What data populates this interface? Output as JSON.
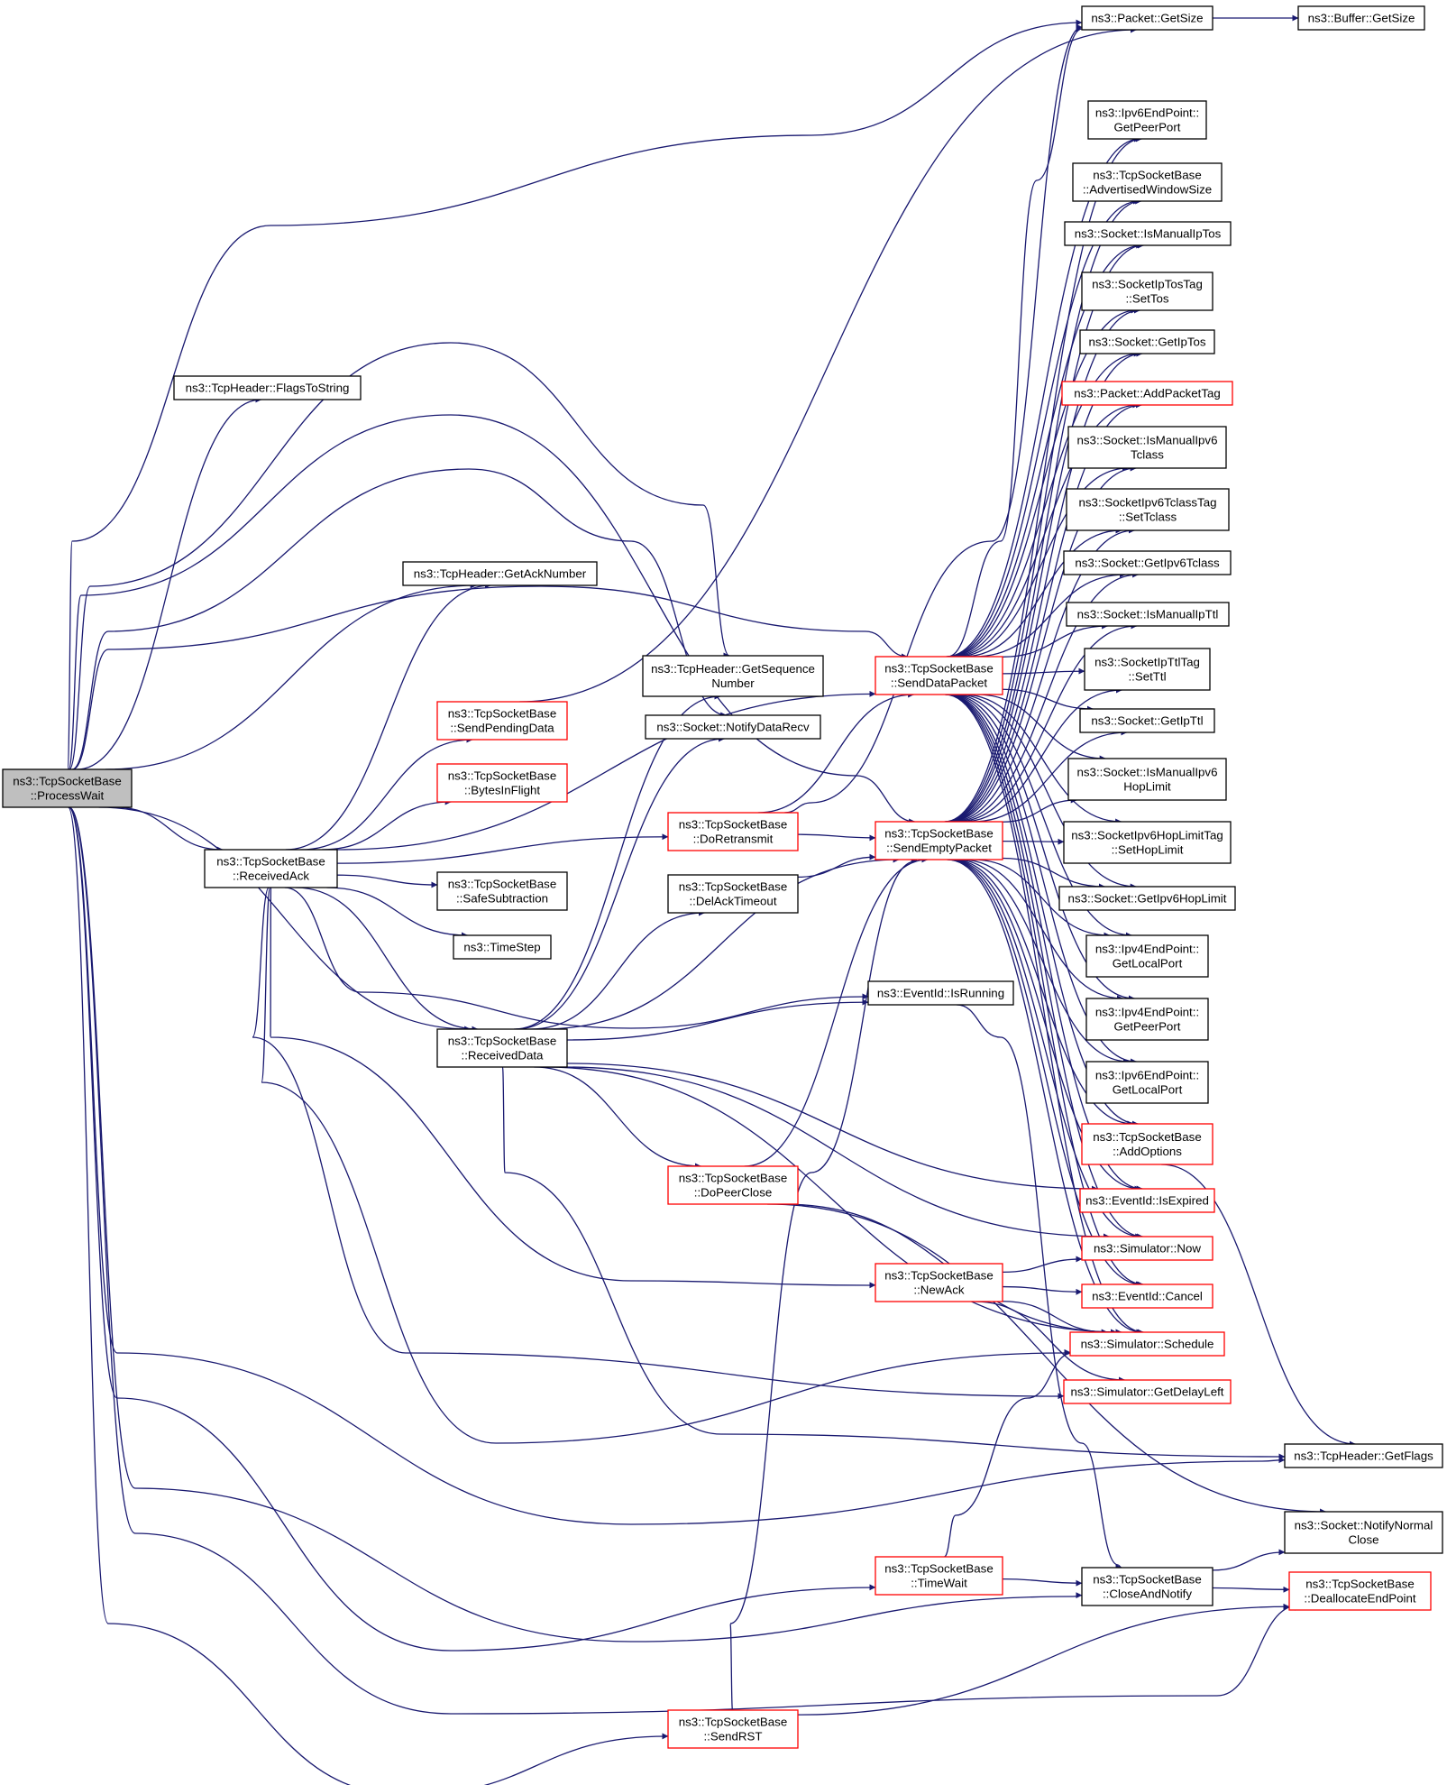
{
  "colors": {
    "edge": "#191970",
    "node_border": "#000000",
    "node_border_incomplete": "#ff0000",
    "root_fill": "#bfbfbf",
    "node_fill": "#ffffff"
  },
  "nodes": [
    {
      "id": "processwait",
      "lines": [
        "ns3::TcpSocketBase",
        "::ProcessWait"
      ],
      "style": "root"
    },
    {
      "id": "flagstostring",
      "lines": [
        "ns3::TcpHeader::FlagsToString"
      ],
      "style": "normal"
    },
    {
      "id": "getacknumber",
      "lines": [
        "ns3::TcpHeader::GetAckNumber"
      ],
      "style": "normal"
    },
    {
      "id": "sendpendingdata",
      "lines": [
        "ns3::TcpSocketBase",
        "::SendPendingData"
      ],
      "style": "incomplete"
    },
    {
      "id": "bytesinflight",
      "lines": [
        "ns3::TcpSocketBase",
        "::BytesInFlight"
      ],
      "style": "incomplete"
    },
    {
      "id": "receivedack",
      "lines": [
        "ns3::TcpSocketBase",
        "::ReceivedAck"
      ],
      "style": "normal"
    },
    {
      "id": "safesubtraction",
      "lines": [
        "ns3::TcpSocketBase",
        "::SafeSubtraction"
      ],
      "style": "normal"
    },
    {
      "id": "timestep",
      "lines": [
        "ns3::TimeStep"
      ],
      "style": "normal"
    },
    {
      "id": "receiveddata",
      "lines": [
        "ns3::TcpSocketBase",
        "::ReceivedData"
      ],
      "style": "normal"
    },
    {
      "id": "getsequencenumber",
      "lines": [
        "ns3::TcpHeader::GetSequence",
        "Number"
      ],
      "style": "normal"
    },
    {
      "id": "notifydatarecv",
      "lines": [
        "ns3::Socket::NotifyDataRecv"
      ],
      "style": "normal"
    },
    {
      "id": "doretransmit",
      "lines": [
        "ns3::TcpSocketBase",
        "::DoRetransmit"
      ],
      "style": "incomplete"
    },
    {
      "id": "delacktimeout",
      "lines": [
        "ns3::TcpSocketBase",
        "::DelAckTimeout"
      ],
      "style": "normal"
    },
    {
      "id": "dopeerclose",
      "lines": [
        "ns3::TcpSocketBase",
        "::DoPeerClose"
      ],
      "style": "incomplete"
    },
    {
      "id": "senddatapacket",
      "lines": [
        "ns3::TcpSocketBase",
        "::SendDataPacket"
      ],
      "style": "incomplete"
    },
    {
      "id": "sendemptypacket",
      "lines": [
        "ns3::TcpSocketBase",
        "::SendEmptyPacket"
      ],
      "style": "incomplete"
    },
    {
      "id": "eventidisrunning",
      "lines": [
        "ns3::EventId::IsRunning"
      ],
      "style": "normal"
    },
    {
      "id": "newack",
      "lines": [
        "ns3::TcpSocketBase",
        "::NewAck"
      ],
      "style": "incomplete"
    },
    {
      "id": "timewait",
      "lines": [
        "ns3::TcpSocketBase",
        "::TimeWait"
      ],
      "style": "incomplete"
    },
    {
      "id": "sendrst",
      "lines": [
        "ns3::TcpSocketBase",
        "::SendRST"
      ],
      "style": "incomplete"
    },
    {
      "id": "packetgetsize",
      "lines": [
        "ns3::Packet::GetSize"
      ],
      "style": "normal"
    },
    {
      "id": "buffergetsize",
      "lines": [
        "ns3::Buffer::GetSize"
      ],
      "style": "normal"
    },
    {
      "id": "ipv6getpeerport",
      "lines": [
        "ns3::Ipv6EndPoint::",
        "GetPeerPort"
      ],
      "style": "normal"
    },
    {
      "id": "advertisedwindowsize",
      "lines": [
        "ns3::TcpSocketBase",
        "::AdvertisedWindowSize"
      ],
      "style": "normal"
    },
    {
      "id": "ismanualiptos",
      "lines": [
        "ns3::Socket::IsManualIpTos"
      ],
      "style": "normal"
    },
    {
      "id": "iptostagsettos",
      "lines": [
        "ns3::SocketIpTosTag",
        "::SetTos"
      ],
      "style": "normal"
    },
    {
      "id": "getiptos",
      "lines": [
        "ns3::Socket::GetIpTos"
      ],
      "style": "normal"
    },
    {
      "id": "addpackettag",
      "lines": [
        "ns3::Packet::AddPacketTag"
      ],
      "style": "incomplete"
    },
    {
      "id": "ismanualipv6tclass",
      "lines": [
        "ns3::Socket::IsManualIpv6",
        "Tclass"
      ],
      "style": "normal"
    },
    {
      "id": "ipv6tclasstagsettclass",
      "lines": [
        "ns3::SocketIpv6TclassTag",
        "::SetTclass"
      ],
      "style": "normal"
    },
    {
      "id": "getipv6tclass",
      "lines": [
        "ns3::Socket::GetIpv6Tclass"
      ],
      "style": "normal"
    },
    {
      "id": "ismanualipttl",
      "lines": [
        "ns3::Socket::IsManualIpTtl"
      ],
      "style": "normal"
    },
    {
      "id": "ipttltagsetttl",
      "lines": [
        "ns3::SocketIpTtlTag",
        "::SetTtl"
      ],
      "style": "normal"
    },
    {
      "id": "getipttl",
      "lines": [
        "ns3::Socket::GetIpTtl"
      ],
      "style": "normal"
    },
    {
      "id": "ismanualipv6hoplimit",
      "lines": [
        "ns3::Socket::IsManualIpv6",
        "HopLimit"
      ],
      "style": "normal"
    },
    {
      "id": "ipv6hoplimittagsethoplimit",
      "lines": [
        "ns3::SocketIpv6HopLimitTag",
        "::SetHopLimit"
      ],
      "style": "normal"
    },
    {
      "id": "getipv6hoplimit",
      "lines": [
        "ns3::Socket::GetIpv6HopLimit"
      ],
      "style": "normal"
    },
    {
      "id": "ipv4getlocalport",
      "lines": [
        "ns3::Ipv4EndPoint::",
        "GetLocalPort"
      ],
      "style": "normal"
    },
    {
      "id": "ipv4getpeerport",
      "lines": [
        "ns3::Ipv4EndPoint::",
        "GetPeerPort"
      ],
      "style": "normal"
    },
    {
      "id": "ipv6getlocalport",
      "lines": [
        "ns3::Ipv6EndPoint::",
        "GetLocalPort"
      ],
      "style": "normal"
    },
    {
      "id": "addoptions",
      "lines": [
        "ns3::TcpSocketBase",
        "::AddOptions"
      ],
      "style": "incomplete"
    },
    {
      "id": "eventidisexpired",
      "lines": [
        "ns3::EventId::IsExpired"
      ],
      "style": "incomplete"
    },
    {
      "id": "simulatornow",
      "lines": [
        "ns3::Simulator::Now"
      ],
      "style": "incomplete"
    },
    {
      "id": "eventidcancel",
      "lines": [
        "ns3::EventId::Cancel"
      ],
      "style": "incomplete"
    },
    {
      "id": "simulatorschedule",
      "lines": [
        "ns3::Simulator::Schedule"
      ],
      "style": "incomplete"
    },
    {
      "id": "simulatorgetdelayleft",
      "lines": [
        "ns3::Simulator::GetDelayLeft"
      ],
      "style": "incomplete"
    },
    {
      "id": "tcpheadergetflags",
      "lines": [
        "ns3::TcpHeader::GetFlags"
      ],
      "style": "normal"
    },
    {
      "id": "notifynormalclose",
      "lines": [
        "ns3::Socket::NotifyNormal",
        "Close"
      ],
      "style": "normal"
    },
    {
      "id": "closeandnotify",
      "lines": [
        "ns3::TcpSocketBase",
        "::CloseAndNotify"
      ],
      "style": "normal"
    },
    {
      "id": "deallocateendpoint",
      "lines": [
        "ns3::TcpSocketBase",
        "::DeallocateEndPoint"
      ],
      "style": "incomplete"
    }
  ],
  "edges": [
    [
      "processwait",
      "packetgetsize"
    ],
    [
      "processwait",
      "flagstostring"
    ],
    [
      "processwait",
      "getacknumber"
    ],
    [
      "processwait",
      "receivedack"
    ],
    [
      "processwait",
      "getsequencenumber"
    ],
    [
      "processwait",
      "notifydatarecv"
    ],
    [
      "processwait",
      "receiveddata"
    ],
    [
      "processwait",
      "senddatapacket"
    ],
    [
      "processwait",
      "sendemptypacket"
    ],
    [
      "processwait",
      "tcpheadergetflags"
    ],
    [
      "processwait",
      "timewait"
    ],
    [
      "processwait",
      "closeandnotify"
    ],
    [
      "processwait",
      "sendrst"
    ],
    [
      "processwait",
      "deallocateendpoint"
    ],
    [
      "receivedack",
      "getacknumber"
    ],
    [
      "receivedack",
      "sendpendingdata"
    ],
    [
      "receivedack",
      "bytesinflight"
    ],
    [
      "receivedack",
      "safesubtraction"
    ],
    [
      "receivedack",
      "timestep"
    ],
    [
      "receivedack",
      "receiveddata"
    ],
    [
      "receivedack",
      "doretransmit"
    ],
    [
      "receivedack",
      "senddatapacket"
    ],
    [
      "receivedack",
      "eventidisrunning"
    ],
    [
      "receivedack",
      "newack"
    ],
    [
      "receivedack",
      "simulatorschedule"
    ],
    [
      "receivedack",
      "simulatorgetdelayleft"
    ],
    [
      "sendpendingdata",
      "packetgetsize"
    ],
    [
      "receiveddata",
      "getsequencenumber"
    ],
    [
      "receiveddata",
      "notifydatarecv"
    ],
    [
      "receiveddata",
      "delacktimeout"
    ],
    [
      "receiveddata",
      "sendemptypacket"
    ],
    [
      "receiveddata",
      "eventidisrunning"
    ],
    [
      "receiveddata",
      "dopeerclose"
    ],
    [
      "receiveddata",
      "eventidisexpired"
    ],
    [
      "receiveddata",
      "simulatornow"
    ],
    [
      "receiveddata",
      "simulatorschedule"
    ],
    [
      "receiveddata",
      "tcpheadergetflags"
    ],
    [
      "doretransmit",
      "senddatapacket"
    ],
    [
      "doretransmit",
      "sendemptypacket"
    ],
    [
      "doretransmit",
      "packetgetsize"
    ],
    [
      "delacktimeout",
      "sendemptypacket"
    ],
    [
      "dopeerclose",
      "sendemptypacket"
    ],
    [
      "dopeerclose",
      "simulatorschedule"
    ],
    [
      "dopeerclose",
      "notifynormalclose"
    ],
    [
      "newack",
      "simulatornow"
    ],
    [
      "newack",
      "eventidcancel"
    ],
    [
      "newack",
      "simulatorschedule"
    ],
    [
      "newack",
      "simulatorgetdelayleft"
    ],
    [
      "timewait",
      "closeandnotify"
    ],
    [
      "timewait",
      "simulatorschedule"
    ],
    [
      "sendrst",
      "sendemptypacket"
    ],
    [
      "sendrst",
      "deallocateendpoint"
    ],
    [
      "closeandnotify",
      "notifynormalclose"
    ],
    [
      "closeandnotify",
      "deallocateendpoint"
    ],
    [
      "eventidisrunning",
      "closeandnotify"
    ],
    [
      "packetgetsize",
      "buffergetsize"
    ],
    [
      "addoptions",
      "tcpheadergetflags"
    ],
    [
      "senddatapacket",
      "packetgetsize"
    ],
    [
      "senddatapacket",
      "ipv6getpeerport"
    ],
    [
      "senddatapacket",
      "advertisedwindowsize"
    ],
    [
      "senddatapacket",
      "ismanualiptos"
    ],
    [
      "senddatapacket",
      "iptostagsettos"
    ],
    [
      "senddatapacket",
      "getiptos"
    ],
    [
      "senddatapacket",
      "addpackettag"
    ],
    [
      "senddatapacket",
      "ismanualipv6tclass"
    ],
    [
      "senddatapacket",
      "ipv6tclasstagsettclass"
    ],
    [
      "senddatapacket",
      "getipv6tclass"
    ],
    [
      "senddatapacket",
      "ismanualipttl"
    ],
    [
      "senddatapacket",
      "ipttltagsetttl"
    ],
    [
      "senddatapacket",
      "getipttl"
    ],
    [
      "senddatapacket",
      "ismanualipv6hoplimit"
    ],
    [
      "senddatapacket",
      "ipv6hoplimittagsethoplimit"
    ],
    [
      "senddatapacket",
      "getipv6hoplimit"
    ],
    [
      "senddatapacket",
      "ipv4getlocalport"
    ],
    [
      "senddatapacket",
      "ipv4getpeerport"
    ],
    [
      "senddatapacket",
      "ipv6getlocalport"
    ],
    [
      "senddatapacket",
      "addoptions"
    ],
    [
      "senddatapacket",
      "eventidisexpired"
    ],
    [
      "senddatapacket",
      "simulatornow"
    ],
    [
      "senddatapacket",
      "eventidcancel"
    ],
    [
      "senddatapacket",
      "simulatorschedule"
    ],
    [
      "sendemptypacket",
      "ipv6getpeerport"
    ],
    [
      "sendemptypacket",
      "advertisedwindowsize"
    ],
    [
      "sendemptypacket",
      "ismanualiptos"
    ],
    [
      "sendemptypacket",
      "iptostagsettos"
    ],
    [
      "sendemptypacket",
      "getiptos"
    ],
    [
      "sendemptypacket",
      "addpackettag"
    ],
    [
      "sendemptypacket",
      "ismanualipv6tclass"
    ],
    [
      "sendemptypacket",
      "ipv6tclasstagsettclass"
    ],
    [
      "sendemptypacket",
      "getipv6tclass"
    ],
    [
      "sendemptypacket",
      "ismanualipttl"
    ],
    [
      "sendemptypacket",
      "ipttltagsetttl"
    ],
    [
      "sendemptypacket",
      "getipttl"
    ],
    [
      "sendemptypacket",
      "ismanualipv6hoplimit"
    ],
    [
      "sendemptypacket",
      "ipv6hoplimittagsethoplimit"
    ],
    [
      "sendemptypacket",
      "getipv6hoplimit"
    ],
    [
      "sendemptypacket",
      "ipv4getlocalport"
    ],
    [
      "sendemptypacket",
      "ipv4getpeerport"
    ],
    [
      "sendemptypacket",
      "ipv6getlocalport"
    ],
    [
      "sendemptypacket",
      "addoptions"
    ],
    [
      "sendemptypacket",
      "eventidisexpired"
    ],
    [
      "sendemptypacket",
      "simulatornow"
    ],
    [
      "sendemptypacket",
      "eventidcancel"
    ],
    [
      "sendemptypacket",
      "simulatorschedule"
    ]
  ]
}
